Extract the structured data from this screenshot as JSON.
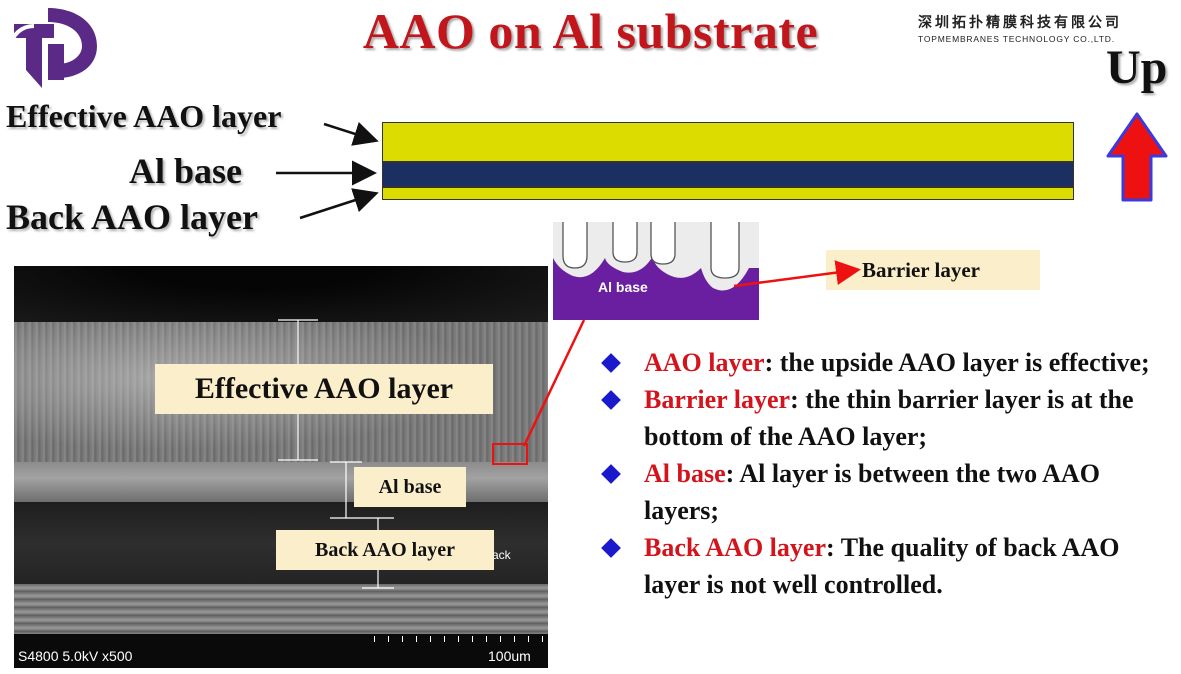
{
  "title": "AAO on Al substrate",
  "company": {
    "name_cn": "深圳拓扑精膜科技有限公司",
    "name_en": "TOPMEMBRANES TECHNOLOGY CO.,LTD."
  },
  "up_label": "Up",
  "diagram": {
    "effective_label": "Effective AAO layer",
    "al_label": "Al base",
    "back_label": "Back AAO layer"
  },
  "sem": {
    "effective_label": "Effective AAO layer",
    "al_label": "Al base",
    "back_label": "Back AAO layer",
    "info": "S4800 5.0kV x500",
    "scale": "100um",
    "stray_text": "ack"
  },
  "inset": {
    "al_label": "Al base",
    "barrier_label": "Barrier layer"
  },
  "bullets": [
    {
      "term": "AAO layer",
      "text": ": the upside AAO layer is effective;"
    },
    {
      "term": "Barrier layer",
      "text": ": the thin barrier layer is at the bottom of  the AAO layer;"
    },
    {
      "term": "Al base",
      "text": ": Al layer is between the two AAO layers;"
    },
    {
      "term": "Back AAO layer",
      "text": ": The quality of back AAO layer is not well controlled."
    }
  ],
  "colors": {
    "title": "#c0161c",
    "aao_layer": "#dcdc00",
    "al_layer": "#1c2f63",
    "arrow_fill": "#ee1111",
    "arrow_stroke": "#3a3adf",
    "logo": "#5a2a86",
    "inset_purple": "#6a1fa0",
    "label_box": "#fbeecb",
    "bullet_diamond": "#1a1acc",
    "term": "#d4141c"
  },
  "icons": {
    "logo": "tp-logo-icon",
    "up_arrow": "up-arrow-icon",
    "bullet": "diamond-bullet-icon"
  }
}
